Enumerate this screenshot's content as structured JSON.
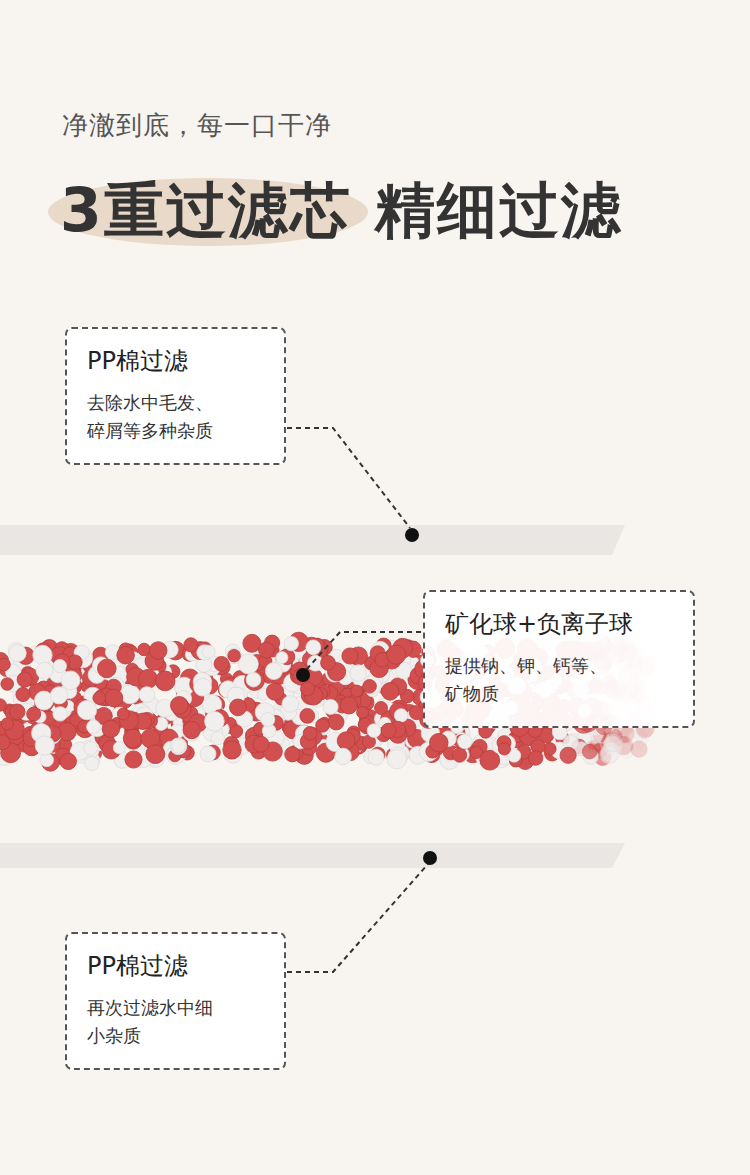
{
  "diagram": {
    "title": "3重过滤芯 精细过滤",
    "nodes": [
      {
        "text": [
          "PP棉过滤",
          "去除水中毛发、 碎屑等多种杂质"
        ]
      },
      {
        "text": [
          "矿化球+负离子球",
          "提供钠、钾、钙等、 矿物质"
        ]
      },
      {
        "text": [
          "PP棉过滤",
          "再次过滤水中细 小杂质"
        ]
      }
    ],
    "labels": [
      "净澈到底，每一口干净"
    ]
  }
}
